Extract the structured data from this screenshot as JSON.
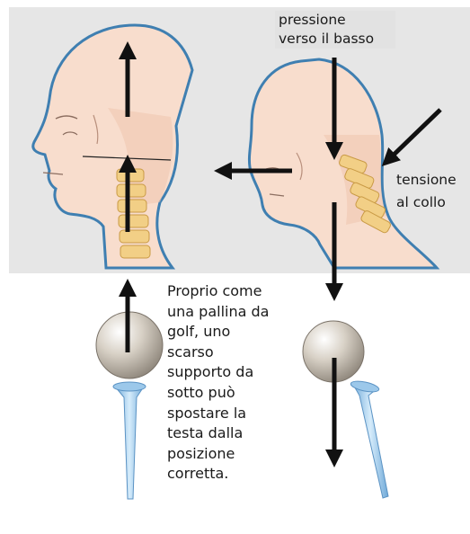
{
  "labels": {
    "pressure": "pressione\nverso il basso",
    "tension_line1": "tensione",
    "tension_line2": "al collo"
  },
  "caption": "Proprio come\nuna pallina da\ngolf, uno\nscarso\nsupporto da\nsotto può\nspostare la\ntesta dalla\nposizione\ncorretta.",
  "colors": {
    "panel": "#e8e8e8",
    "skin": "#f7dccb",
    "skin_shadow": "#eec3ad",
    "outline_blue": "#3f7fb1",
    "spine": "#f0c97c",
    "arrow": "#111111",
    "ball": "#cfc8bd",
    "tee": "#a9d0ee"
  }
}
